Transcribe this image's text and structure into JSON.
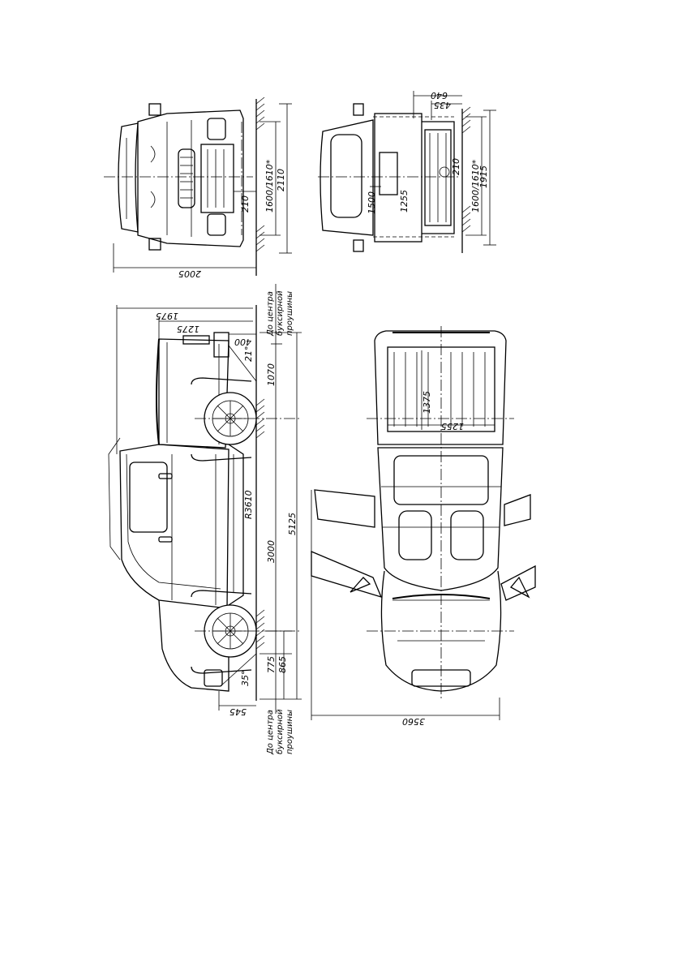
{
  "front_view": {
    "track": "1600/1610*",
    "overall_height": "2110",
    "ground_clearance": "210",
    "overall_width": "2005"
  },
  "rear_view": {
    "rear_overhang_a": "640",
    "rear_overhang_b": "435",
    "track": "1600/1610*",
    "overall_height": "1915",
    "clearance": "210",
    "bed_width": "1500",
    "bed_inner_width": "1255"
  },
  "side_view": {
    "cab_length": "1975",
    "bed_length": "1275",
    "rear_overhang_top": "400",
    "departure_angle": "21°",
    "rear_axle_to_hitch": "1070",
    "turning_radius": "R3610",
    "wheelbase": "3000",
    "overall_length": "5125",
    "front_axle_offset": "775",
    "front_overhang": "865",
    "approach_angle": "35°",
    "front_bumper": "545",
    "hitch_label_top": [
      "До центра",
      "буксирной",
      "проушины"
    ],
    "hitch_label_bottom": [
      "До центра",
      "буксирной",
      "проушины"
    ]
  },
  "top_view": {
    "bed_length": "1375",
    "bed_width": "1255",
    "width_with_doors_open": "3560"
  }
}
